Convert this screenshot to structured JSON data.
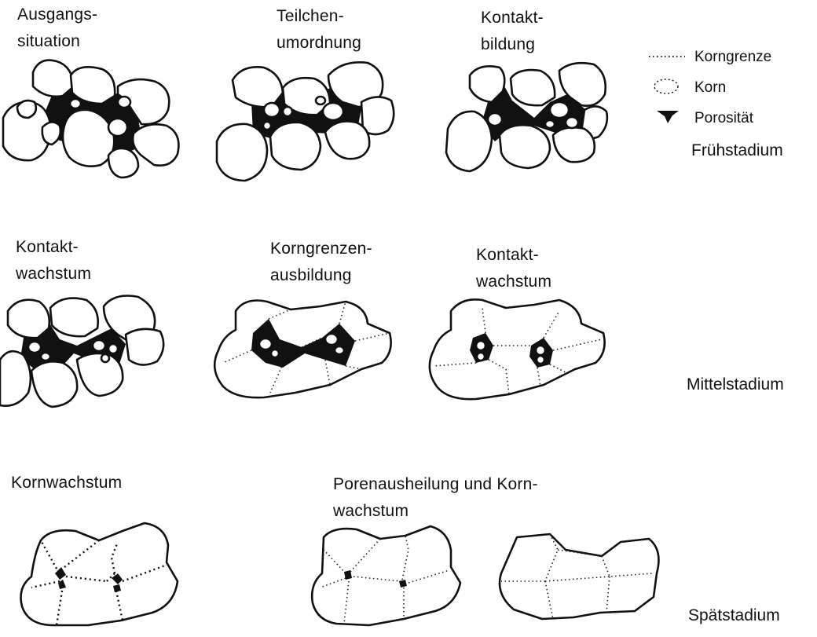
{
  "labels": {
    "ausgangssituation": [
      "Ausgangs-",
      "situation"
    ],
    "teilchenumordnung": [
      "Teilchen-",
      "umordnung"
    ],
    "kontaktbildung": [
      "Kontakt-",
      "bildung"
    ],
    "kontaktwachstum_1": [
      "Kontakt-",
      "wachstum"
    ],
    "korngrenzenausbildung": [
      "Korngrenzen-",
      "ausbildung"
    ],
    "kontaktwachstum_2": [
      "Kontakt-",
      "wachstum"
    ],
    "kornwachstum": "Kornwachstum",
    "porenausheilung": [
      "Porenausheilung und Korn-",
      "wachstum"
    ]
  },
  "stages": {
    "early": "Frühstadium",
    "middle": "Mittelstadium",
    "late": "Spätstadium"
  },
  "legend": {
    "korngrenze": "Korngrenze",
    "korn": "Korn",
    "porositaet": "Porosität"
  }
}
